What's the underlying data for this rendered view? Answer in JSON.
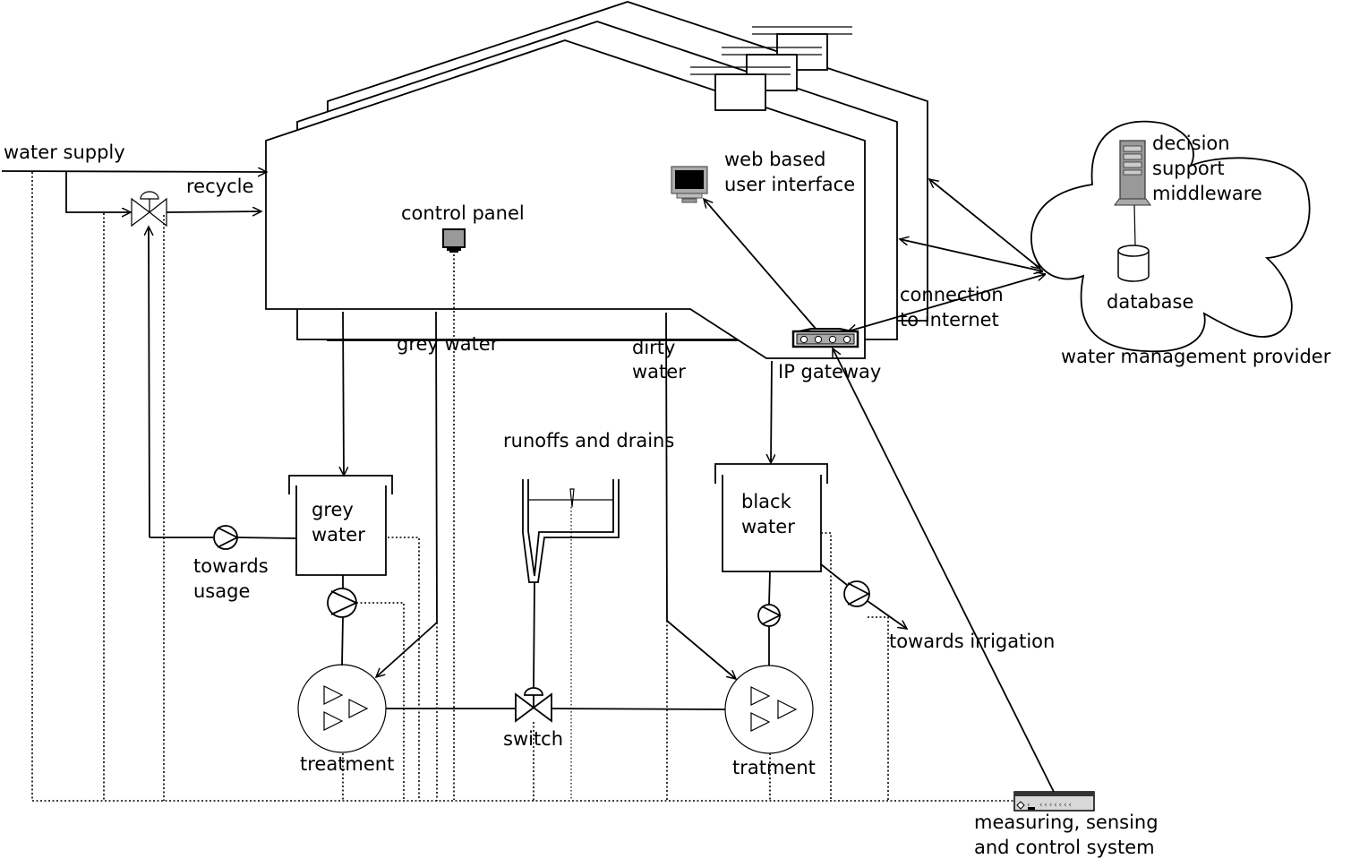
{
  "labels": {
    "water_supply": "water supply",
    "recycle": "recycle",
    "control_panel": "control panel",
    "web_ui_line1": "web based",
    "web_ui_line2": "user interface",
    "dss_line1": "decision",
    "dss_line2": "support",
    "dss_line3": "middleware",
    "database": "database",
    "connection_line1": "connection",
    "connection_line2": "to internet",
    "water_management_provider": "water management provider",
    "ip_gateway": "IP gateway",
    "grey_water_flow": "grey water",
    "dirty_water_line1": "dirty",
    "dirty_water_line2": "water",
    "runoffs_and_drains": "runoffs and drains",
    "grey_water_tank_line1": "grey",
    "grey_water_tank_line2": "water",
    "black_water_tank_line1": "black",
    "black_water_tank_line2": "water",
    "towards_usage_line1": "towards",
    "towards_usage_line2": "usage",
    "towards_irrigation": "towards irrigation",
    "treatment_left": "treatment",
    "treatment_right": "tratment",
    "switch": "switch",
    "mscs_line1": "measuring, sensing",
    "mscs_line2": "and control system"
  },
  "icons": {
    "valve": "three-way-valve-icon",
    "pump": "pump-icon",
    "monitor": "monitor-icon",
    "server": "server-icon",
    "database": "database-cylinder-icon",
    "router": "router-icon",
    "controller": "controller-rack-icon",
    "cloud": "cloud-shape"
  }
}
